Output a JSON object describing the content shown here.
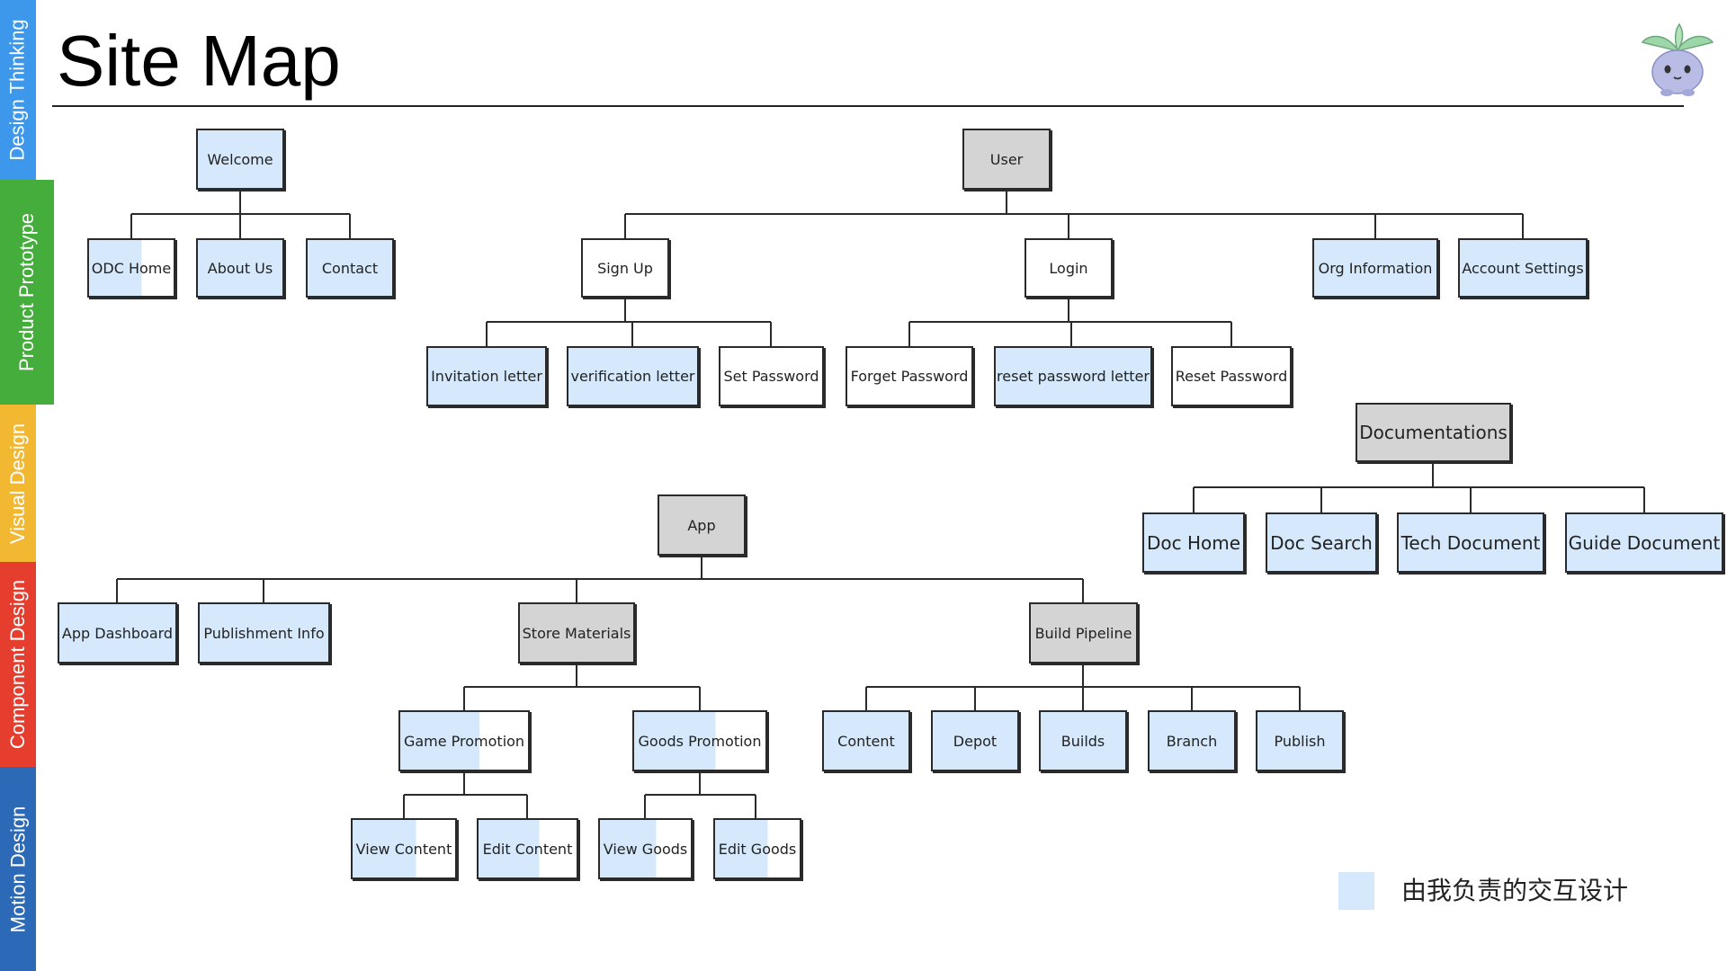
{
  "side_tabs": [
    {
      "label": "Design Thinking",
      "color": "#3d97ea"
    },
    {
      "label": "Product Prototype",
      "color": "#45ad3c"
    },
    {
      "label": "Visual Design",
      "color": "#f3b831"
    },
    {
      "label": "Component Design",
      "color": "#e63e2e"
    },
    {
      "label": "Motion Design",
      "color": "#2c6ab8"
    }
  ],
  "header": {
    "title": "Site Map",
    "mascot_icon": "sprout-creature-icon"
  },
  "diagram": {
    "colors": {
      "highlight": "#d6e9fc",
      "group": "#d4d4d4",
      "plain": "#ffffff",
      "line": "#2a2a2a"
    },
    "nodes": {
      "welcome": "Welcome",
      "odc_home": "ODC Home",
      "about_us": "About Us",
      "contact": "Contact",
      "user": "User",
      "sign_up": "Sign Up",
      "login": "Login",
      "org_information": "Org Information",
      "account_settings": "Account Settings",
      "invitation_letter": "Invitation letter",
      "verification_letter": "verification letter",
      "set_password": "Set Password",
      "forget_password": "Forget Password",
      "reset_password_letter": "reset password letter",
      "reset_password": "Reset Password",
      "documentations": "Documentations",
      "doc_home": "Doc Home",
      "doc_search": "Doc Search",
      "tech_document": "Tech Document",
      "guide_document": "Guide Document",
      "app": "App",
      "app_dashboard": "App Dashboard",
      "publishment_info": "Publishment Info",
      "store_materials": "Store Materials",
      "build_pipeline": "Build Pipeline",
      "game_promotion": "Game Promotion",
      "goods_promotion": "Goods Promotion",
      "content": "Content",
      "depot": "Depot",
      "builds": "Builds",
      "branch": "Branch",
      "publish": "Publish",
      "view_content": "View Content",
      "edit_content": "Edit Content",
      "view_goods": "View Goods",
      "edit_goods": "Edit Goods"
    }
  },
  "legend": {
    "text": "由我负责的交互设计",
    "color": "#d6e9fc"
  }
}
